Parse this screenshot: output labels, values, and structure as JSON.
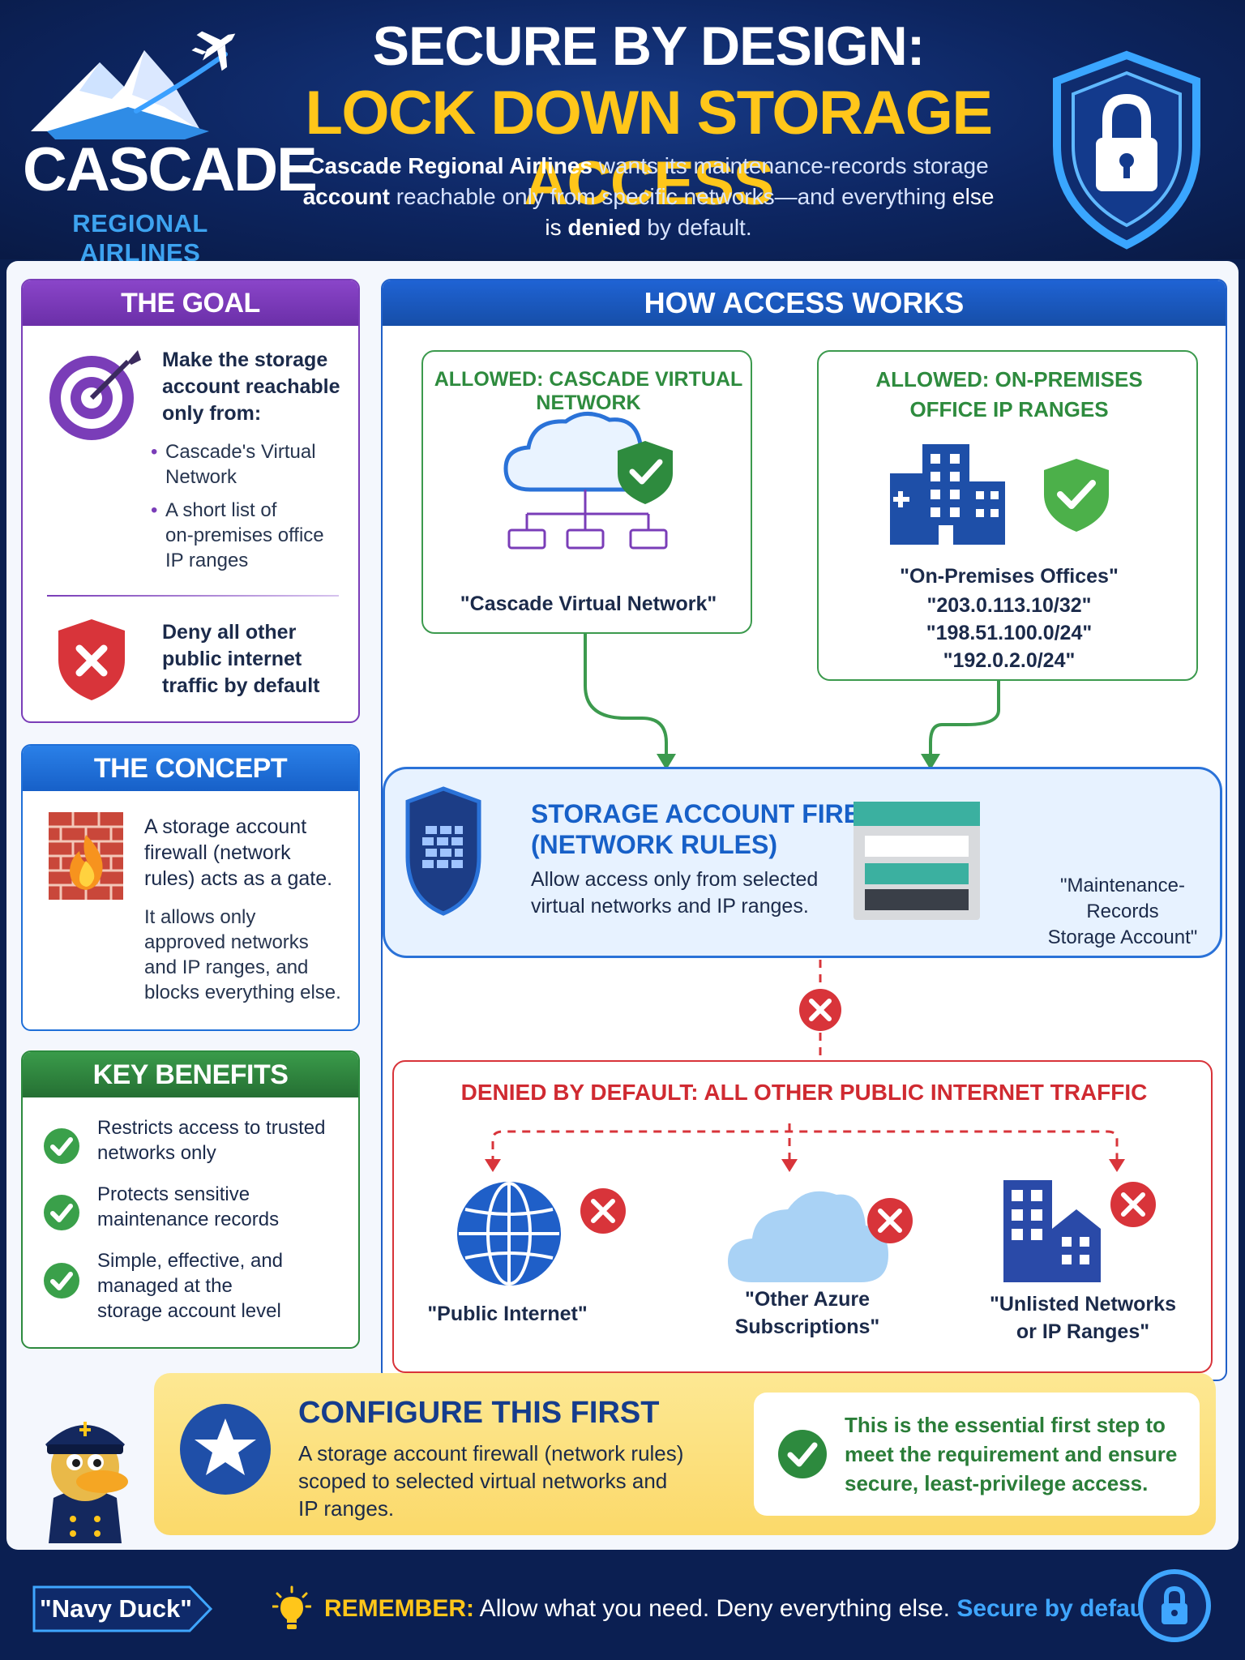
{
  "header": {
    "logo_name": "CASCADE",
    "logo_sub": "REGIONAL AIRLINES",
    "title_line1": "SECURE BY DESIGN:",
    "title_line2": "LOCK DOWN STORAGE ACCESS",
    "subtitle_part1": "Cascade Regional Airlines",
    "subtitle_part2": " wants its maintenance-records storage ",
    "subtitle_part3": "account",
    "subtitle_part4": " reachable only from specific networks—and everything ",
    "subtitle_part5": "else is ",
    "subtitle_part6": "denied",
    "subtitle_part7": " by default."
  },
  "goal": {
    "title": "THE GOAL",
    "intro": [
      "Make the storage",
      "account reachable",
      "only from:"
    ],
    "bullet1": [
      "Cascade's Virtual",
      "Network"
    ],
    "bullet2": [
      "A short list of",
      "on-premises office",
      "IP ranges"
    ],
    "deny": [
      "Deny all other",
      "public internet",
      "traffic by default"
    ]
  },
  "concept": {
    "title": "THE CONCEPT",
    "text1": [
      "A storage account",
      "firewall (network",
      "rules) acts as a gate."
    ],
    "text2": [
      "It allows only",
      "approved networks",
      "and IP ranges, and",
      "blocks everything else."
    ]
  },
  "benefits": {
    "title": "KEY BENEFITS",
    "item1": [
      "Restricts access to trusted",
      "networks only"
    ],
    "item2": [
      "Protects sensitive",
      "maintenance records"
    ],
    "item3": [
      "Simple, effective, and",
      "managed at the",
      "storage account level"
    ]
  },
  "how": {
    "title": "HOW ACCESS WORKS",
    "vnet_title": "ALLOWED: CASCADE VIRTUAL NETWORK",
    "vnet_label": "\"Cascade Virtual Network\"",
    "onprem_title": [
      "ALLOWED: ON-PREMISES",
      "OFFICE IP RANGES"
    ],
    "onprem_label": "\"On-Premises Offices\"",
    "ip1": "\"203.0.113.10/32\"",
    "ip2": "\"198.51.100.0/24\"",
    "ip3": "\"192.0.2.0/24\"",
    "firewall_title": [
      "STORAGE ACCOUNT FIREWALL",
      "(NETWORK RULES)"
    ],
    "firewall_text": [
      "Allow access only from selected",
      "virtual networks and IP ranges."
    ],
    "storage_label": [
      "\"Maintenance-Records",
      "Storage Account\""
    ],
    "denied_title": "DENIED BY DEFAULT: ALL OTHER PUBLIC INTERNET TRAFFIC",
    "denied1": "\"Public Internet\"",
    "denied2": [
      "\"Other Azure",
      "Subscriptions\""
    ],
    "denied3": [
      "\"Unlisted Networks",
      "or IP Ranges\""
    ]
  },
  "configure": {
    "title": "CONFIGURE THIS FIRST",
    "text": [
      "A storage account firewall (network rules)",
      "scoped to selected virtual networks and",
      "IP ranges."
    ],
    "note": [
      "This is the essential first step to",
      "meet the requirement and ensure",
      "secure, least-privilege access."
    ]
  },
  "footer": {
    "badge": "\"Navy Duck\"",
    "remember_label": "REMEMBER:",
    "remember_text": " Allow what you need. Deny everything else. ",
    "remember_end": "Secure by default."
  },
  "colors": {
    "navy": "#0b1f52",
    "gold": "#ffc61a",
    "purple": "#7a3db8",
    "blue": "#1f6fd8",
    "green": "#2d8a3e",
    "red": "#d8343a"
  }
}
